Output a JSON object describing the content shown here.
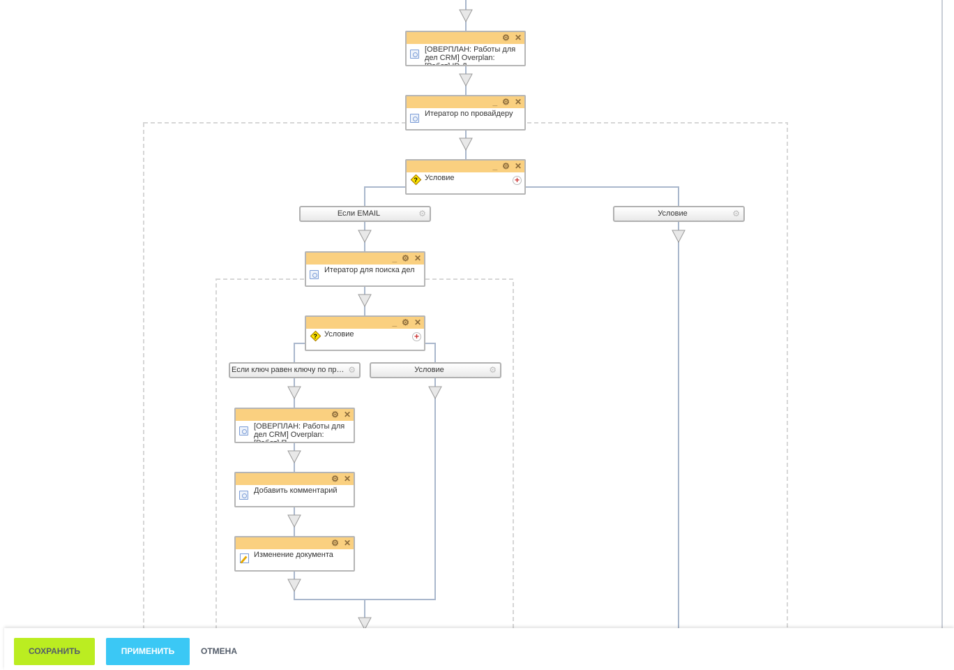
{
  "blocks": [
    {
      "title": "[ОВЕРПЛАН: Работы для дел CRM] Overplan: [Робот] ID Д"
    },
    {
      "title": "Итератор по провайдеру"
    },
    {
      "title": "Условие"
    },
    {
      "title": "Итератор для поиска дел"
    },
    {
      "title": "Условие"
    },
    {
      "title": "[ОВЕРПЛАН: Работы для дел CRM] Overplan: [Робот] П"
    },
    {
      "title": "Добавить комментарий"
    },
    {
      "title": "Изменение документа"
    }
  ],
  "branches": [
    {
      "label": "Если EMAIL"
    },
    {
      "label": "Условие"
    },
    {
      "label": "Если ключ равен ключу по пр…"
    },
    {
      "label": "Условие"
    }
  ],
  "icons": {
    "minimize": "_",
    "settings": "⚙",
    "close": "✕",
    "add": "+"
  },
  "footer": {
    "save": "СОХРАНИТЬ",
    "apply": "ПРИМЕНИТЬ",
    "cancel": "ОТМЕНА"
  },
  "colors": {
    "save": "#bbed21",
    "apply": "#3bc8f5",
    "header": "#fad080"
  }
}
